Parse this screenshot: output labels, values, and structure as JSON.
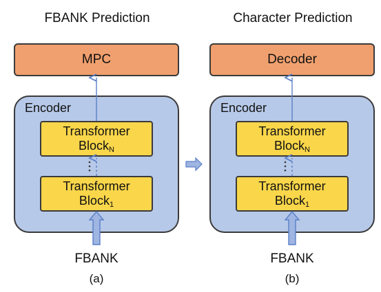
{
  "panels": [
    {
      "top_label": "FBANK Prediction",
      "head": "MPC",
      "encoder_label": "Encoder",
      "block_top": {
        "text": "Transformer",
        "sub_prefix": "Block",
        "sub": "N"
      },
      "block_bottom": {
        "text": "Transformer",
        "sub_prefix": "Block",
        "sub": "1"
      },
      "input_label": "FBANK",
      "caption": "(a)"
    },
    {
      "top_label": "Character Prediction",
      "head": "Decoder",
      "encoder_label": "Encoder",
      "block_top": {
        "text": "Transformer",
        "sub_prefix": "Block",
        "sub": "N"
      },
      "block_bottom": {
        "text": "Transformer",
        "sub_prefix": "Block",
        "sub": "1"
      },
      "input_label": "FBANK",
      "caption": "(b)"
    }
  ],
  "colors": {
    "head_fill": "#f0a06e",
    "encoder_fill": "#b7c9e8",
    "block_fill": "#f9d64a",
    "arrow_blue": "#5a7fc7",
    "input_arrow_fill": "#9fb5e2"
  },
  "icons": {
    "transition": "right-arrow-icon"
  }
}
